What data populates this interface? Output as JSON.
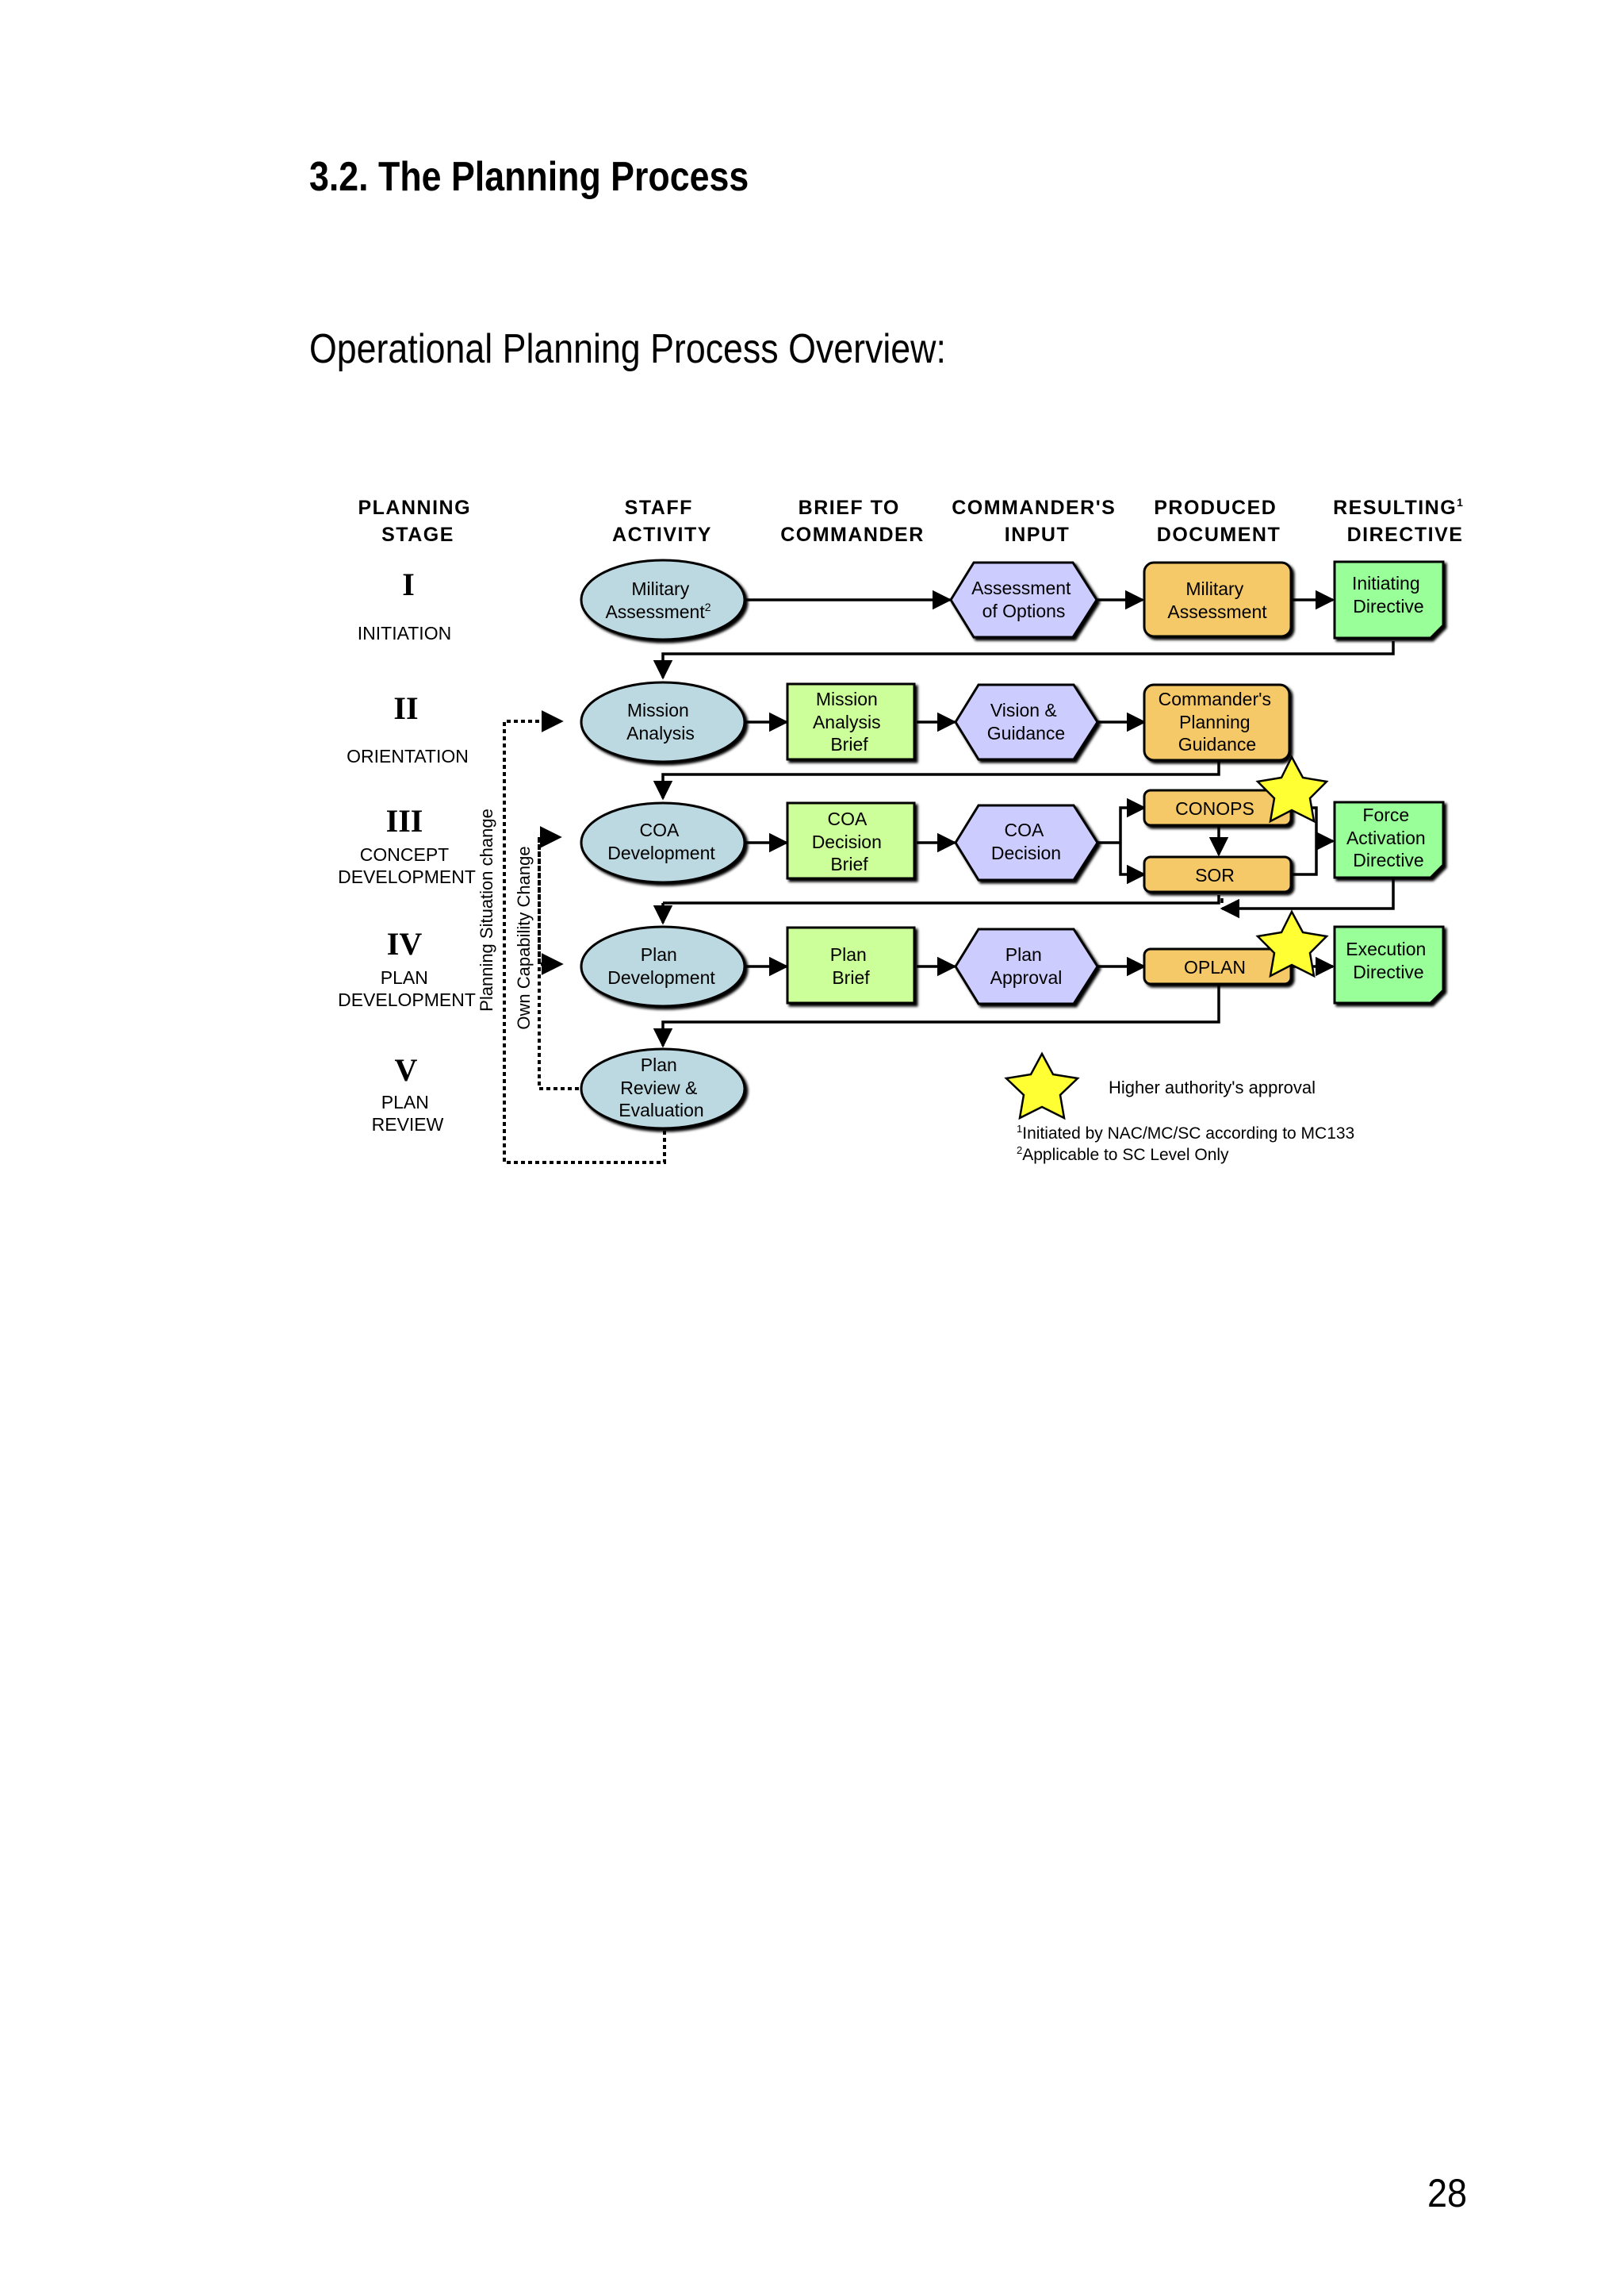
{
  "page": {
    "section_heading": "3.2. The Planning Process",
    "subheading": "Operational Planning Process Overview:",
    "page_number": "28"
  },
  "diagram": {
    "columns": {
      "planning_stage": [
        "PLANNING",
        "STAGE"
      ],
      "staff_activity": [
        "STAFF",
        "ACTIVITY"
      ],
      "brief_to_commander": [
        "BRIEF TO",
        "COMMANDER"
      ],
      "commanders_input": [
        "COMMANDER'S",
        "INPUT"
      ],
      "produced_document": [
        "PRODUCED",
        "DOCUMENT"
      ],
      "resulting_directive": [
        "RESULTING",
        "DIRECTIVE"
      ],
      "resulting_directive_note": "1"
    },
    "stages": {
      "s1": {
        "numeral": "I",
        "name": [
          "INITIATION"
        ]
      },
      "s2": {
        "numeral": "II",
        "name": [
          "ORIENTATION"
        ]
      },
      "s3": {
        "numeral": "III",
        "name": [
          "CONCEPT",
          "DEVELOPMENT"
        ]
      },
      "s4": {
        "numeral": "IV",
        "name": [
          "PLAN",
          "DEVELOPMENT"
        ]
      },
      "s5": {
        "numeral": "V",
        "name": [
          "PLAN",
          "REVIEW"
        ]
      }
    },
    "side_labels": {
      "planning_situation_change": "Planning Situation change",
      "own_capability_change": "Own Capability Change"
    },
    "nodes": {
      "military_assessment_activity": [
        "Military",
        "Assessment"
      ],
      "military_assessment_activity_note": "2",
      "assessment_of_options": [
        "Assessment",
        "of Options"
      ],
      "military_assessment_document": [
        "Military",
        "Assessment"
      ],
      "initiating_directive": [
        "Initiating",
        "Directive"
      ],
      "mission_analysis": [
        "Mission",
        "Analysis"
      ],
      "mission_analysis_brief": [
        "Mission",
        "Analysis",
        "Brief"
      ],
      "vision_guidance": [
        "Vision &",
        "Guidance"
      ],
      "commanders_planning_guidance": [
        "Commander's",
        "Planning",
        "Guidance"
      ],
      "coa_development": [
        "COA",
        "Development"
      ],
      "coa_decision_brief": [
        "COA",
        "Decision",
        "Brief"
      ],
      "coa_decision": [
        "COA",
        "Decision"
      ],
      "conops": [
        "CONOPS"
      ],
      "sor": [
        "SOR"
      ],
      "force_activation_directive": [
        "Force",
        "Activation",
        "Directive"
      ],
      "plan_development": [
        "Plan",
        "Development"
      ],
      "plan_brief": [
        "Plan",
        "Brief"
      ],
      "plan_approval": [
        "Plan",
        "Approval"
      ],
      "oplan": [
        "OPLAN"
      ],
      "execution_directive": [
        "Execution",
        "Directive"
      ],
      "plan_review_evaluation": [
        "Plan",
        "Review &",
        "Evaluation"
      ]
    },
    "legend": {
      "star_label": "Higher authority's approval",
      "note1_marker": "1",
      "note1_text": "Initiated by NAC/MC/SC according to MC133",
      "note2_marker": "2",
      "note2_text": "Applicable to SC Level Only"
    },
    "colors": {
      "ellipse_fill": "#bcd9e1",
      "brief_fill": "#ccff99",
      "hexagon_fill": "#ccccff",
      "document_fill": "#f5c868",
      "directive_fill": "#99ff99",
      "star_fill": "#ffff33"
    }
  }
}
